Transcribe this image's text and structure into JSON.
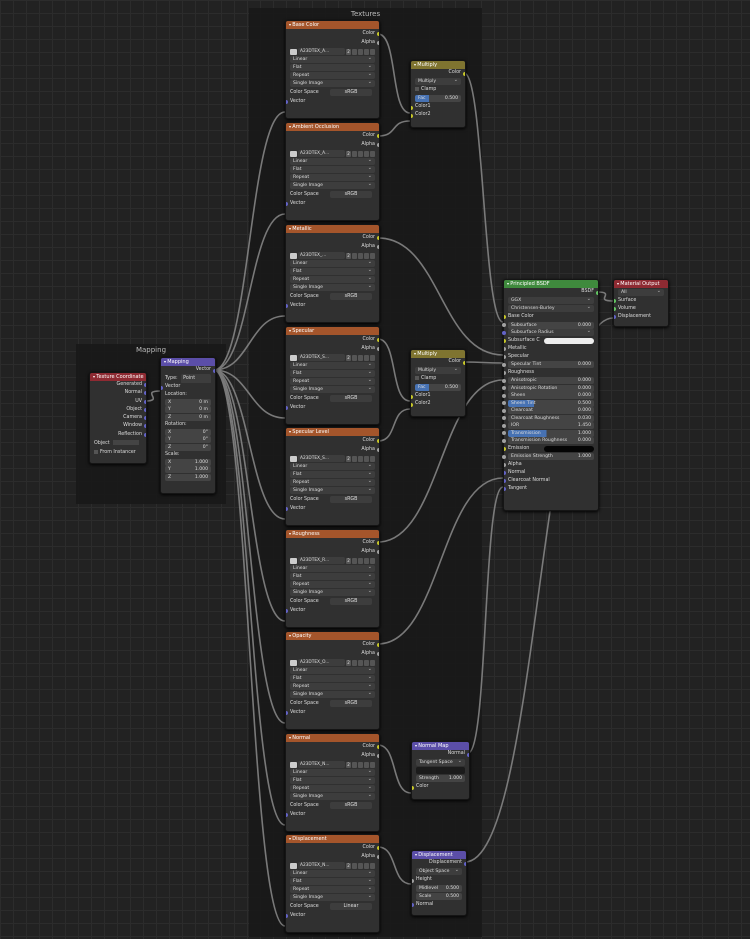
{
  "frames": {
    "textures": "Textures",
    "mapping": "Mapping"
  },
  "texture_nodes": [
    {
      "title": "Base Color",
      "image": "A23DTEX_A...",
      "colorspace": "sRGB"
    },
    {
      "title": "Ambient Occlusion",
      "image": "A23DTEX_A...",
      "colorspace": "sRGB"
    },
    {
      "title": "Metallic",
      "image": "A23DTEX_...",
      "colorspace": "sRGB"
    },
    {
      "title": "Specular",
      "image": "A23DTEX_S...",
      "colorspace": "sRGB"
    },
    {
      "title": "Specular Level",
      "image": "A23DTEX_S...",
      "colorspace": "sRGB"
    },
    {
      "title": "Roughness",
      "image": "A23DTEX_R...",
      "colorspace": "sRGB"
    },
    {
      "title": "Opacity",
      "image": "A23DTEX_O...",
      "colorspace": "sRGB"
    },
    {
      "title": "Normal",
      "image": "A23DTEX_N...",
      "colorspace": "sRGB"
    },
    {
      "title": "Displacement",
      "image": "A23DTEX_N...",
      "colorspace": "Linear"
    }
  ],
  "tex_common": {
    "out_color": "Color",
    "out_alpha": "Alpha",
    "interp": "Linear",
    "proj": "Flat",
    "ext": "Repeat",
    "source": "Single Image",
    "cs_label": "Color Space",
    "vector": "Vector",
    "users": "2"
  },
  "mix_nodes": [
    {
      "title": "Multiply",
      "out": "Color",
      "mode": "Multiply",
      "clamp": "Clamp",
      "fac_label": "Fac",
      "fac": "0.500",
      "c1": "Color1",
      "c2": "Color2"
    },
    {
      "title": "Multiply",
      "out": "Color",
      "mode": "Multiply",
      "clamp": "Clamp",
      "fac_label": "Fac",
      "fac": "0.500",
      "c1": "Color1",
      "c2": "Color2"
    }
  ],
  "texcoord": {
    "title": "Texture Coordinate",
    "outs": [
      "Generated",
      "Normal",
      "UV",
      "Object",
      "Camera",
      "Window",
      "Reflection"
    ],
    "object_label": "Object",
    "from_instancer": "From Instancer"
  },
  "mapping": {
    "title": "Mapping",
    "out": "Vector",
    "type_label": "Type:",
    "type": "Point",
    "vector": "Vector",
    "location": "Location:",
    "loc": [
      [
        "X",
        "0 m"
      ],
      [
        "Y",
        "0 m"
      ],
      [
        "Z",
        "0 m"
      ]
    ],
    "rotation": "Rotation:",
    "rot": [
      [
        "X",
        "0°"
      ],
      [
        "Y",
        "0°"
      ],
      [
        "Z",
        "0°"
      ]
    ],
    "scale": "Scale:",
    "scl": [
      [
        "X",
        "1.000"
      ],
      [
        "Y",
        "1.000"
      ],
      [
        "Z",
        "1.000"
      ]
    ]
  },
  "bsdf": {
    "title": "Principled BSDF",
    "out": "BSDF",
    "dist": "GGX",
    "sss": "Christensen-Burley",
    "rows": [
      {
        "l": "Base Color",
        "v": "",
        "t": "sock"
      },
      {
        "l": "Subsurface",
        "v": "0.000",
        "t": "fld"
      },
      {
        "l": "Subsurface Radius",
        "v": "",
        "t": "dd"
      },
      {
        "l": "Subsurface C",
        "v": "",
        "t": "white"
      },
      {
        "l": "Metallic",
        "v": "",
        "t": "sock"
      },
      {
        "l": "Specular",
        "v": "",
        "t": "sock"
      },
      {
        "l": "Specular Tint",
        "v": "0.000",
        "t": "fld"
      },
      {
        "l": "Roughness",
        "v": "",
        "t": "sock"
      },
      {
        "l": "Anisotropic",
        "v": "0.000",
        "t": "fld"
      },
      {
        "l": "Anisotropic Rotation",
        "v": "0.000",
        "t": "fld"
      },
      {
        "l": "Sheen",
        "v": "0.000",
        "t": "fld"
      },
      {
        "l": "Sheen Tint",
        "v": "0.500",
        "t": "bar2"
      },
      {
        "l": "Clearcoat",
        "v": "0.000",
        "t": "fld"
      },
      {
        "l": "Clearcoat Roughness",
        "v": "0.030",
        "t": "fld"
      },
      {
        "l": "IOR",
        "v": "1.450",
        "t": "fld"
      },
      {
        "l": "Transmission",
        "v": "1.000",
        "t": "bar"
      },
      {
        "l": "Transmission Roughness",
        "v": "0.000",
        "t": "fld"
      },
      {
        "l": "Emission",
        "v": "",
        "t": "black"
      },
      {
        "l": "Emission Strength",
        "v": "1.000",
        "t": "fld"
      },
      {
        "l": "Alpha",
        "v": "",
        "t": "sock"
      },
      {
        "l": "Normal",
        "v": "",
        "t": "sock"
      },
      {
        "l": "Clearcoat Normal",
        "v": "",
        "t": "sock"
      },
      {
        "l": "Tangent",
        "v": "",
        "t": "sock"
      }
    ]
  },
  "output": {
    "title": "Material Output",
    "target": "All",
    "ins": [
      "Surface",
      "Volume",
      "Displacement"
    ]
  },
  "normal_map": {
    "title": "Normal Map",
    "out": "Normal",
    "space": "Tangent Space",
    "strength_label": "Strength",
    "strength": "1.000",
    "color": "Color"
  },
  "displacement": {
    "title": "Displacement",
    "out": "Displacement",
    "space": "Object Space",
    "height": "Height",
    "midlevel_label": "Midlevel",
    "midlevel": "0.500",
    "scale_label": "Scale",
    "scale": "0.500",
    "normal": "Normal"
  }
}
